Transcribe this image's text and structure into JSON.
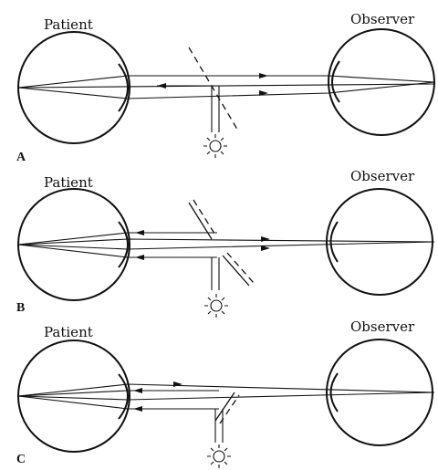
{
  "panels": [
    {
      "letter": "A",
      "patient_label": "Patient",
      "observer_label": "Observer"
    },
    {
      "letter": "B",
      "patient_label": "Patient",
      "observer_label": "Observer"
    },
    {
      "letter": "C",
      "patient_label": "Patient",
      "observer_label": "Observer"
    }
  ]
}
